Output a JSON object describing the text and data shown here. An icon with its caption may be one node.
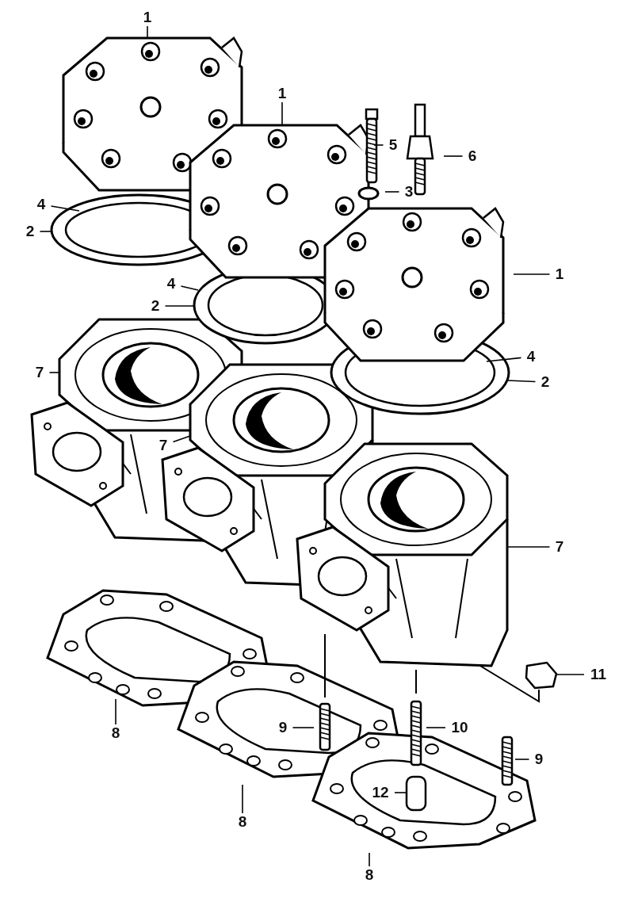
{
  "diagram": {
    "nodes": [
      {
        "text": [
          "1"
        ]
      },
      {
        "text": [
          "1"
        ]
      },
      {
        "text": [
          "5"
        ]
      },
      {
        "text": [
          "6"
        ]
      },
      {
        "text": [
          "3"
        ]
      },
      {
        "text": [
          "4"
        ]
      },
      {
        "text": [
          "2"
        ]
      },
      {
        "text": [
          "1"
        ]
      },
      {
        "text": [
          "4"
        ]
      },
      {
        "text": [
          "2"
        ]
      },
      {
        "text": [
          "7"
        ]
      },
      {
        "text": [
          "4"
        ]
      },
      {
        "text": [
          "2"
        ]
      },
      {
        "text": [
          "7"
        ]
      },
      {
        "text": [
          "7"
        ]
      },
      {
        "text": [
          "11"
        ]
      },
      {
        "text": [
          "9"
        ]
      },
      {
        "text": [
          "10"
        ]
      },
      {
        "text": [
          "8"
        ]
      },
      {
        "text": [
          "9"
        ]
      },
      {
        "text": [
          "12"
        ]
      },
      {
        "text": [
          "8"
        ]
      },
      {
        "text": [
          "8"
        ]
      }
    ],
    "edges": [
      {
        "from": 0,
        "to": null,
        "arrow": "none"
      },
      {
        "from": 1,
        "to": null,
        "arrow": "none"
      },
      {
        "from": 2,
        "to": null,
        "arrow": "none"
      },
      {
        "from": 3,
        "to": null,
        "arrow": "none"
      },
      {
        "from": 4,
        "to": null,
        "arrow": "none"
      },
      {
        "from": 5,
        "to": null,
        "arrow": "none"
      },
      {
        "from": 6,
        "to": null,
        "arrow": "none"
      },
      {
        "from": 7,
        "to": null,
        "arrow": "none"
      },
      {
        "from": 8,
        "to": null,
        "arrow": "none"
      },
      {
        "from": 9,
        "to": null,
        "arrow": "none"
      },
      {
        "from": 10,
        "to": null,
        "arrow": "none"
      },
      {
        "from": 11,
        "to": null,
        "arrow": "none"
      },
      {
        "from": 12,
        "to": null,
        "arrow": "none"
      },
      {
        "from": 13,
        "to": null,
        "arrow": "none"
      },
      {
        "from": 14,
        "to": null,
        "arrow": "none"
      },
      {
        "from": 15,
        "to": null,
        "arrow": "none"
      },
      {
        "from": 16,
        "to": null,
        "arrow": "none"
      },
      {
        "from": 17,
        "to": null,
        "arrow": "none"
      },
      {
        "from": 18,
        "to": null,
        "arrow": "none"
      },
      {
        "from": 19,
        "to": null,
        "arrow": "none"
      },
      {
        "from": 20,
        "to": null,
        "arrow": "none"
      },
      {
        "from": 21,
        "to": null,
        "arrow": "none"
      },
      {
        "from": 22,
        "to": null,
        "arrow": "none"
      }
    ]
  }
}
